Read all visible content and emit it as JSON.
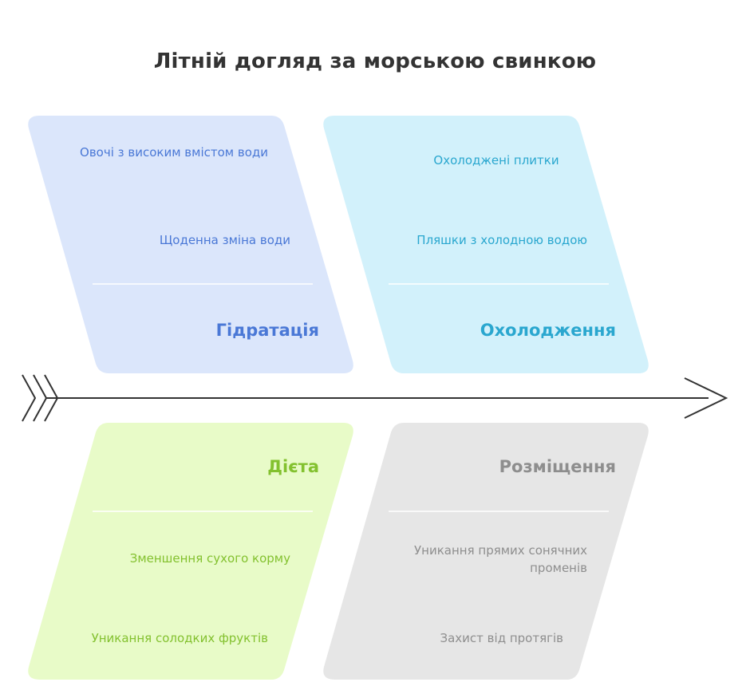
{
  "title": "Літній догляд за морською свинкою",
  "colors": {
    "hydration_fill": "#dbe6fb",
    "hydration_text": "#4a78d6",
    "cooling_fill": "#d2f1fb",
    "cooling_text": "#2aa7cf",
    "diet_fill": "#e8fbc8",
    "diet_text": "#83c12f",
    "placement_fill": "#e6e6e6",
    "placement_text": "#8e8e8e",
    "spine": "#333333"
  },
  "categories": {
    "hydration": {
      "label": "Гідратація",
      "items": [
        "Овочі з високим вмістом води",
        "Щоденна зміна води"
      ]
    },
    "cooling": {
      "label": "Охолодження",
      "items": [
        "Охолоджені плитки",
        "Пляшки з холодною водою"
      ]
    },
    "diet": {
      "label": "Дієта",
      "items": [
        "Зменшення сухого корму",
        "Уникання солодких фруктів"
      ]
    },
    "placement": {
      "label": "Розміщення",
      "items": [
        "Уникання прямих сонячних променів",
        "Захист від протягів"
      ]
    }
  }
}
